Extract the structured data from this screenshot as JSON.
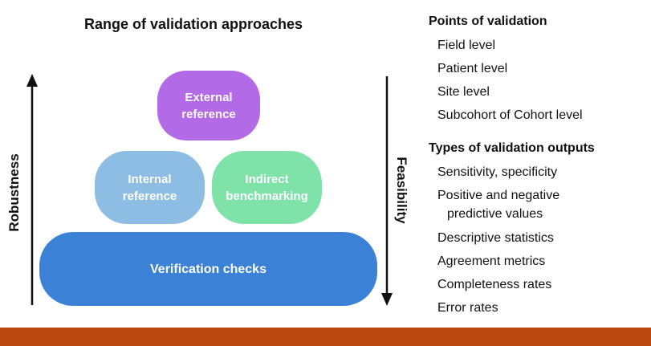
{
  "title": "Range of validation approaches",
  "pyramid": {
    "top": "External\nreference",
    "middle_left": "Internal\nreference",
    "middle_right": "Indirect\nbenchmarking",
    "base": "Verification checks"
  },
  "axes": {
    "left_label": "Robustness",
    "right_label": "Feasibility"
  },
  "points_of_validation": {
    "heading": "Points of validation",
    "items": [
      "Field level",
      "Patient level",
      "Site level",
      "Subcohort of Cohort level"
    ]
  },
  "validation_outputs": {
    "heading": "Types of validation outputs",
    "items": [
      "Sensitivity, specificity",
      "Positive and negative",
      "predictive values",
      "Descriptive statistics",
      "Agreement metrics",
      "Completeness rates",
      "Error rates"
    ]
  },
  "colors": {
    "external": "#b36ae6",
    "internal": "#8dbde2",
    "indirect": "#7ee2a9",
    "verification": "#3b82d6",
    "footer_bar": "#b84710"
  }
}
